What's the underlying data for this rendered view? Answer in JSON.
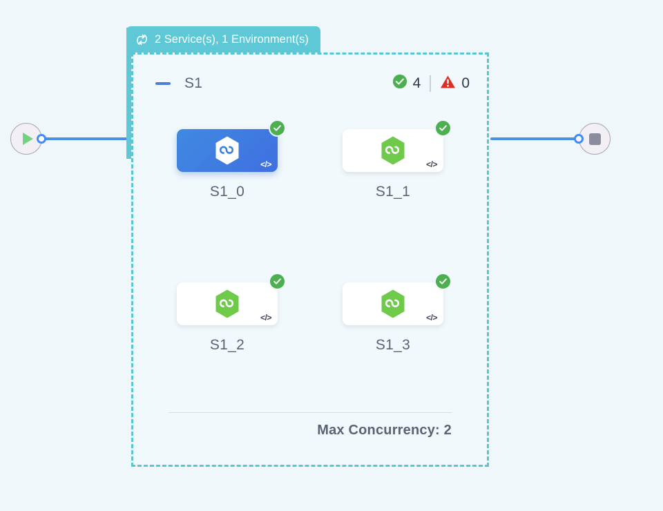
{
  "canvas": {
    "background_color": "#eff7fb"
  },
  "start_node": {
    "name": "start",
    "icon": "play-icon",
    "icon_color": "#74d17e",
    "handle": "source-handle"
  },
  "stop_node": {
    "name": "stop",
    "icon": "stop-icon",
    "icon_color": "#8b8c9e",
    "handle": "target-handle"
  },
  "edges": {
    "color": "#4a90e2",
    "left_label": "",
    "right_label": ""
  },
  "group": {
    "header": {
      "icon": "loop-icon",
      "label": "2 Service(s), 1 Environment(s)",
      "background_color": "#5ec8d6",
      "text_color": "#ffffff"
    },
    "border_color": "#55c8d4",
    "collapse_icon": "minus-icon",
    "name": "S1",
    "status": {
      "success_icon": "check-circle-icon",
      "success_count": "4",
      "warning_icon": "warning-triangle-icon",
      "warning_count": "0",
      "success_color": "#4cb050",
      "warning_color": "#d93025"
    },
    "footer": {
      "max_concurrency_label": "Max Concurrency: 2"
    }
  },
  "nodes": [
    {
      "label": "S1_0",
      "selected": true,
      "status_icon": "check-circle-icon",
      "status": "success",
      "logo_icon": "hexagon-infinity-icon",
      "logo_color": "#ffffff",
      "code_glyph": "</>"
    },
    {
      "label": "S1_1",
      "selected": false,
      "status_icon": "check-circle-icon",
      "status": "success",
      "logo_icon": "hexagon-infinity-icon",
      "logo_color": "#6fc94a",
      "code_glyph": "</>"
    },
    {
      "label": "S1_2",
      "selected": false,
      "status_icon": "check-circle-icon",
      "status": "success",
      "logo_icon": "hexagon-infinity-icon",
      "logo_color": "#6fc94a",
      "code_glyph": "</>"
    },
    {
      "label": "S1_3",
      "selected": false,
      "status_icon": "check-circle-icon",
      "status": "success",
      "logo_icon": "hexagon-infinity-icon",
      "logo_color": "#6fc94a",
      "code_glyph": "</>"
    }
  ]
}
